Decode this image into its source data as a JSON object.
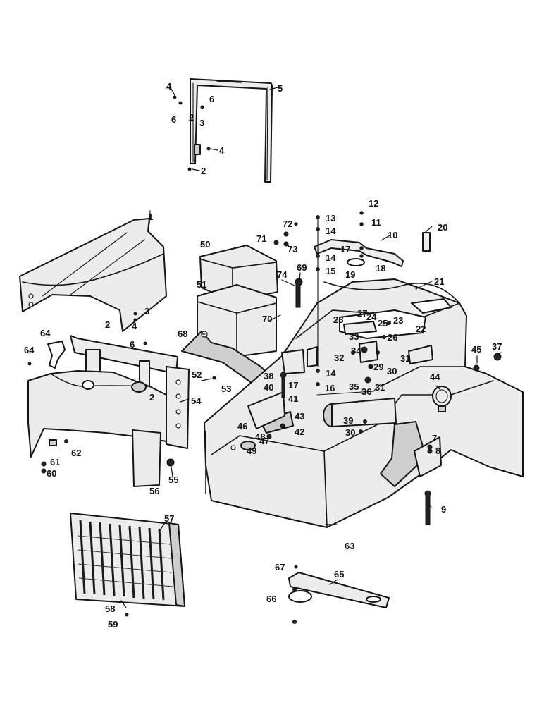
{
  "callouts": [
    "1",
    "2",
    "2",
    "2",
    "2",
    "3",
    "3",
    "4",
    "4",
    "4",
    "5",
    "6",
    "6",
    "6",
    "7",
    "8",
    "9",
    "10",
    "11",
    "12",
    "13",
    "14",
    "14",
    "14",
    "15",
    "16",
    "17",
    "17",
    "18",
    "19",
    "20",
    "21",
    "22",
    "23",
    "24",
    "25",
    "26",
    "27",
    "28",
    "29",
    "30",
    "30",
    "31",
    "31",
    "32",
    "33",
    "34",
    "35",
    "36",
    "37",
    "38",
    "39",
    "40",
    "41",
    "42",
    "43",
    "44",
    "45",
    "46",
    "47",
    "48",
    "49",
    "50",
    "51",
    "52",
    "53",
    "54",
    "55",
    "56",
    "57",
    "58",
    "59",
    "60",
    "61",
    "62",
    "63",
    "64",
    "64",
    "65",
    "66",
    "67",
    "68",
    "69",
    "70",
    "71",
    "72",
    "73",
    "74"
  ]
}
